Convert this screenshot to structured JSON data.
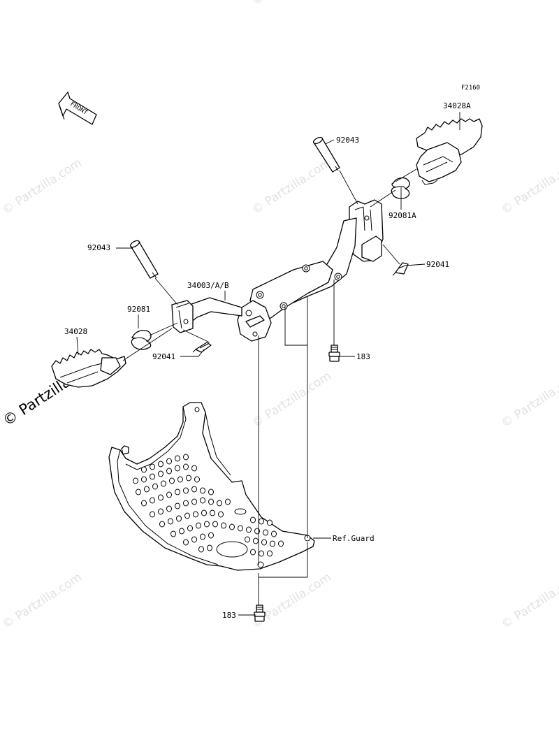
{
  "diagram": {
    "figure_code": "F2160",
    "front_arrow_text": "FRONT",
    "watermark_text": "© Partzilla.com",
    "callouts": {
      "footpeg_right": "34028A",
      "pin_right": "92043",
      "spring_right": "92081A",
      "cotter_right": "92041",
      "pin_left": "92043",
      "bracket": "34003/A/B",
      "spring_left": "92081",
      "footpeg_left": "34028",
      "cotter_left": "92041",
      "bolt_upper": "183",
      "ref_guard": "Ref.Guard",
      "bolt_lower": "183"
    }
  }
}
